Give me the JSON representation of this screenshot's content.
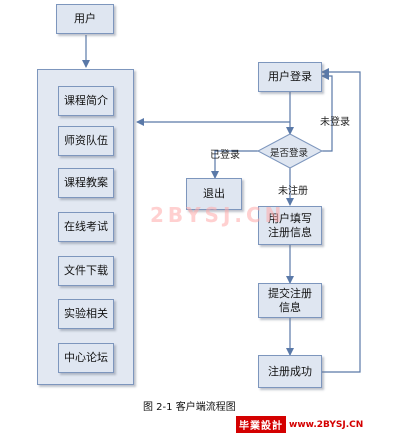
{
  "nodes": {
    "user": "用户",
    "course_intro": "课程简介",
    "teachers": "师资队伍",
    "lesson_plans": "课程教案",
    "online_exam": "在线考试",
    "file_download": "文件下载",
    "experiment": "实验相关",
    "forum": "中心论坛",
    "user_login": "用户登录",
    "is_logged_in": "是否登录",
    "logout": "退出",
    "register_fill": "用户填写注册信息",
    "submit_register": "提交注册信息",
    "register_success": "注册成功"
  },
  "edge_labels": {
    "logged_in": "已登录",
    "not_logged_in": "未登录",
    "not_registered": "未注册"
  },
  "caption": "图 2-1 客户端流程图",
  "watermark": "2BYSJ.CN",
  "brand": {
    "name": "毕業設計",
    "url": "www.2BYSJ.CN"
  },
  "colors": {
    "box_fill": "#dfe6f1",
    "box_border": "#7d96bd",
    "arrow": "#5a79a8",
    "brand_red": "#d40000"
  }
}
